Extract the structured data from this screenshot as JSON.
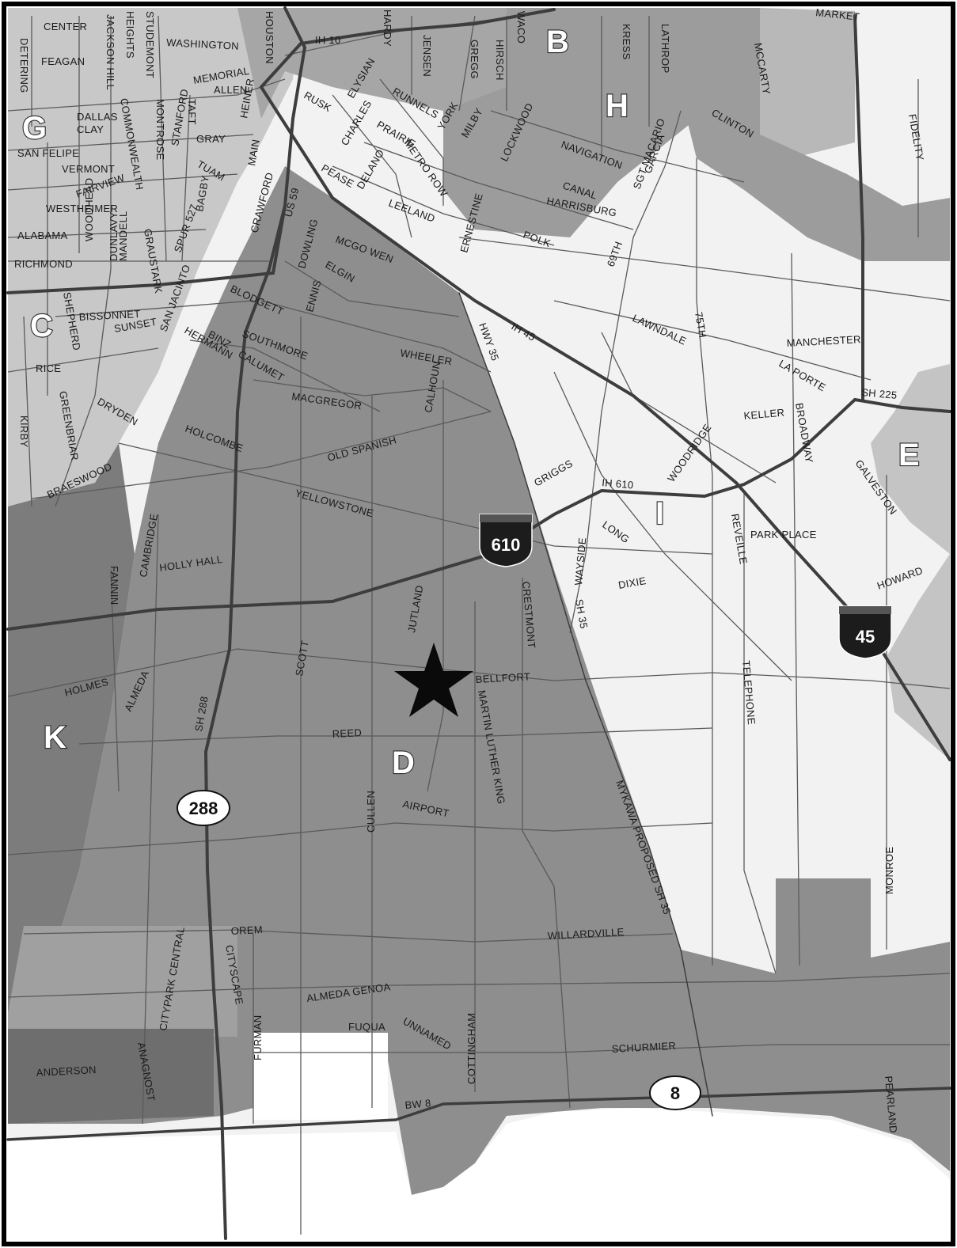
{
  "colors": {
    "district_d": "#8c8c8c",
    "district_light": "#f2f2f2",
    "district_mid": "#c4c4c4",
    "district_b": "#9a9a9a",
    "district_g": "#b3b3b3",
    "district_k": "#7a7a7a",
    "road": "#4a4a4a",
    "freeway": "#3a3a3a",
    "border": "#000000",
    "shield": "#1c1c1c",
    "star": "#0a0a0a"
  },
  "districts": [
    {
      "id": "b",
      "letter": "B"
    },
    {
      "id": "h",
      "letter": "H"
    },
    {
      "id": "g",
      "letter": "G"
    },
    {
      "id": "c",
      "letter": "C"
    },
    {
      "id": "e",
      "letter": "E"
    },
    {
      "id": "i",
      "letter": "I"
    },
    {
      "id": "k",
      "letter": "K"
    },
    {
      "id": "d",
      "letter": "D"
    }
  ],
  "shields": {
    "i610": "610",
    "i45": "45",
    "sh288": "288",
    "bw8": "8"
  },
  "marker": {
    "icon": "star-icon",
    "name": "location-star"
  },
  "labels": {
    "center": "CENTER",
    "jackson_hill": "JACKSON HILL",
    "heights": "HEIGHTS",
    "studemont": "STUDEMONT",
    "washington": "WASHINGTON",
    "houston": "HOUSTON",
    "ih10": "IH 10",
    "hardy": "HARDY",
    "jensen": "JENSEN",
    "gregg": "GREGG",
    "hirsch": "HIRSCH",
    "waco": "WACO",
    "kress": "KRESS",
    "lathrop": "LATHROP",
    "market": "MARKET",
    "mccarty": "MCCARTY",
    "deters": "DETERING",
    "feagan": "FEAGAN",
    "memorial": "MEMORIAL",
    "allen": "ALLEN",
    "rusk": "RUSK",
    "elysian": "ELYSIAN",
    "charles": "CHARLES",
    "runnels": "RUNNELS",
    "dallas": "DALLAS",
    "clay": "CLAY",
    "montrose": "MONTROSE",
    "taft": "TAFT",
    "gray": "GRAY",
    "heiner": "HEINER",
    "prairie": "PRAIRIE",
    "metro_row": "METRO ROW",
    "york": "YORK",
    "milby": "MILBY",
    "lockwood": "LOCKWOOD",
    "clinton": "CLINTON",
    "fidelity": "FIDELITY",
    "san_felipe": "SAN FELIPE",
    "vermont": "VERMONT",
    "commonwealth": "COMMONWEALTH",
    "stanford": "STANFORD",
    "tuam": "TUAM",
    "main": "MAIN",
    "pease": "PEASE",
    "delano": "DELANO",
    "navigation": "NAVIGATION",
    "macario": "SGT MACARIO",
    "garcia": "GARCIA",
    "fairview": "FAIRVIEW",
    "westheimer": "WESTHEIMER",
    "bagby": "BAGBY",
    "crawford": "CRAWFORD",
    "us59": "US 59",
    "leeland": "LEELAND",
    "ernestine": "ERNESTINE",
    "canal": "CANAL",
    "harrisburg": "HARRISBURG",
    "alabama": "ALABAMA",
    "woodhead": "WOODHEAD",
    "dunlavy": "DUNLAVY",
    "graustark": "GRAUSTARK",
    "spur527": "SPUR 527",
    "dowling": "DOWLING",
    "mcgowen": "MCGO WEN",
    "polk": "POLK",
    "th69": "69TH",
    "richmond": "RICHMOND",
    "mandell": "MANDELL",
    "elgin": "ELGIN",
    "ennis": "ENNIS",
    "bissonnet": "BISSONNET",
    "san_jacinto": "SAN JACINTO",
    "blodgett": "BLODGETT",
    "hwy35": "HWY 35",
    "ih45": "IH 45",
    "lawndale": "LAWNDALE",
    "th75": "75TH",
    "manchester": "MANCHESTER",
    "shepherd": "SHEPHERD",
    "sunset": "SUNSET",
    "hermann": "HERMANN",
    "binz": "BINZ",
    "southmore": "SOUTHMORE",
    "calumet": "CALUMET",
    "wheeler": "WHEELER",
    "laporte": "LA PORTE",
    "sh225": "SH 225",
    "rice": "RICE",
    "maccgregor": "MACGREGOR",
    "calhoun": "CALHOUN",
    "keller": "KELLER",
    "broadway": "BROADWAY",
    "kirby": "KIRBY",
    "greenbriar": "GREENBRIAR",
    "dryden": "DRYDEN",
    "holcombe": "HOLCOMBE",
    "old_spanish": "OLD SPANISH",
    "griggs": "GRIGGS",
    "woodridge": "WOODRIDGE",
    "galveston": "GALVESTON",
    "braeswood": "BRAESWOOD",
    "ih610": "IH 610",
    "yellowstone": "YELLOWSTONE",
    "cambridge": "CAMBRIDGE",
    "fannin": "FANNIN",
    "holly_hall": "HOLLY HALL",
    "long": "LONG",
    "reveille": "REVEILLE",
    "park_place": "PARK PLACE",
    "howard": "HOWARD",
    "wayside": "WAYSIDE",
    "dixie": "DIXIE",
    "sh35": "SH 35",
    "jutland": "JUTLAND",
    "crestmont": "CRESTMONT",
    "scott": "SCOTT",
    "holmes": "HOLMES",
    "almeda": "ALMEDA",
    "bellfort": "BELLFORT",
    "telephone": "TELEPHONE",
    "mlk": "MARTIN LUTHER KING",
    "reed": "REED",
    "sh288": "SH 288",
    "cullen": "CULLEN",
    "airport": "AIRPORT",
    "mykawa": "MYKAWA PROPOSED SH 35",
    "monroe": "MONROE",
    "orem": "OREM",
    "willardville": "WILLARDVILLE",
    "city_park_central": "CITYPARK CENTRAL",
    "cityscape": "CITYSCAPE",
    "almeda_genoa": "ALMEDA GENOA",
    "cottingham": "COTTINGHAM",
    "furman": "FURMAN",
    "fuqua": "FUQUA",
    "unnamed": "UNNAMED",
    "schurmier": "SCHURMIER",
    "anderson": "ANDERSON",
    "anagnost": "ANAGNOST",
    "bw8": "BW 8",
    "pearland": "PEARLAND"
  }
}
